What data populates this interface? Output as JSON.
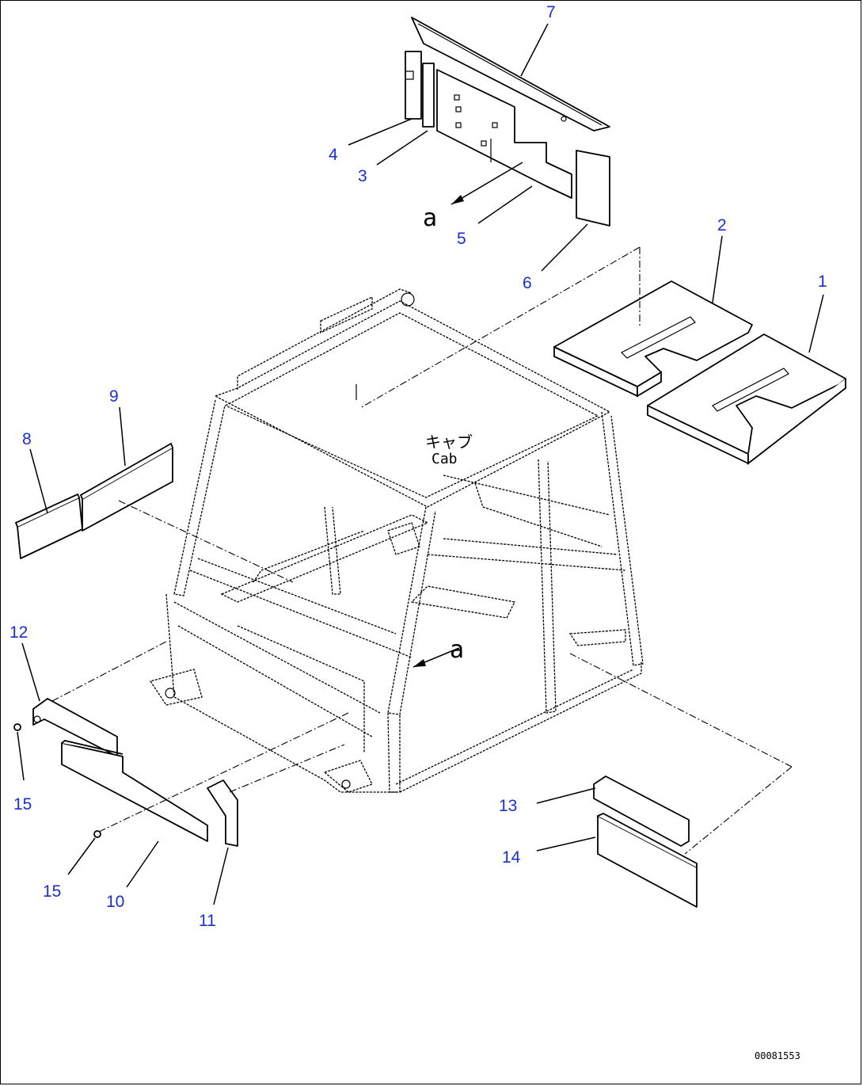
{
  "diagram": {
    "cab_label_jp": "キャブ",
    "cab_label_en": "Cab",
    "view_marker": "a",
    "drawing_code": "00081553",
    "callouts": [
      {
        "id": "c1",
        "label": "1"
      },
      {
        "id": "c2",
        "label": "2"
      },
      {
        "id": "c3",
        "label": "3"
      },
      {
        "id": "c4",
        "label": "4"
      },
      {
        "id": "c5",
        "label": "5"
      },
      {
        "id": "c6",
        "label": "6"
      },
      {
        "id": "c7",
        "label": "7"
      },
      {
        "id": "c8",
        "label": "8"
      },
      {
        "id": "c9",
        "label": "9"
      },
      {
        "id": "c10",
        "label": "10"
      },
      {
        "id": "c11",
        "label": "11"
      },
      {
        "id": "c12",
        "label": "12"
      },
      {
        "id": "c13",
        "label": "13"
      },
      {
        "id": "c14",
        "label": "14"
      },
      {
        "id": "c15a",
        "label": "15"
      },
      {
        "id": "c15b",
        "label": "15"
      }
    ],
    "colors": {
      "callout": "#1a2fd0",
      "line": "#000000",
      "background": "#ffffff"
    }
  }
}
